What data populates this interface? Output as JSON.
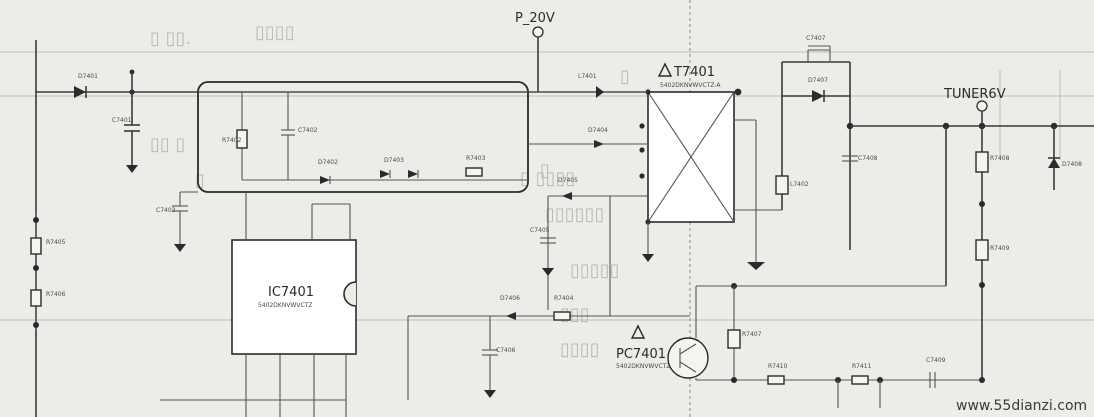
{
  "labels": {
    "supply_rail": "P_20V",
    "transformer": "T7401",
    "tuner_rail": "TUNER6V",
    "ic": "IC7401",
    "optocoupler": "PC7401"
  },
  "watermark": "www.55dianzi.com",
  "colors": {
    "ink": "#2b2b2b",
    "paper": "#ecece8",
    "bleed_through": "#b9b9b4"
  },
  "icons": {
    "warning": "warning-triangle-icon",
    "ground": "ground-icon",
    "diode": "diode-icon",
    "capacitor": "capacitor-icon",
    "resistor": "resistor-icon",
    "inductor": "inductor-icon",
    "terminal": "open-terminal-icon",
    "junction": "junction-dot-icon"
  }
}
